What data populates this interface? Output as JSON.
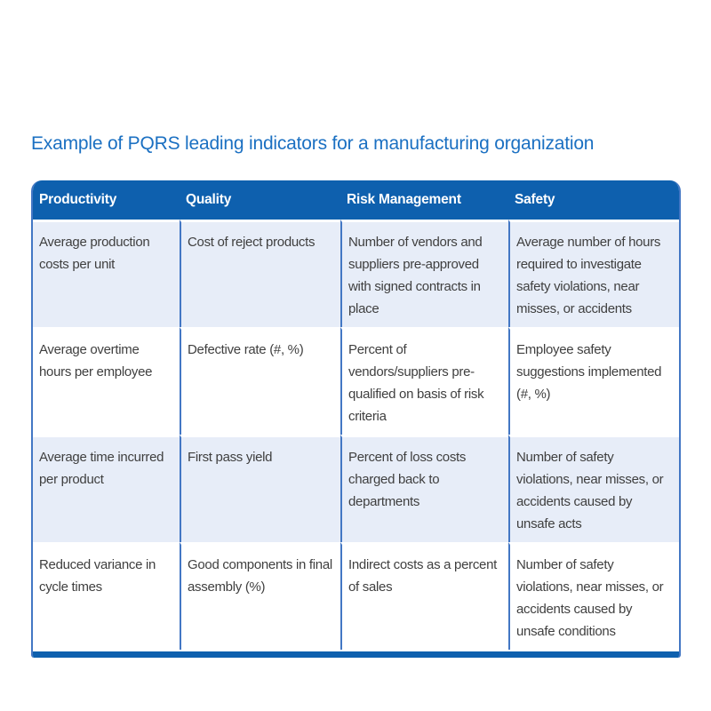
{
  "page_title": "Example of PQRS leading indicators for a manufacturing organization",
  "colors": {
    "title_text": "#1b70c2",
    "header_bg": "#0e60ae",
    "header_text": "#ffffff",
    "alt_row_bg": "#e7edf8",
    "divider": "#4377c4",
    "body_text": "#3f3f3f",
    "bottom_bar": "#0e60ae",
    "page_bg": "#ffffff"
  },
  "table": {
    "headers": [
      "Productivity",
      "Quality",
      "Risk Management",
      "Safety"
    ],
    "rows": [
      [
        "Average production costs per unit",
        "Cost of reject products",
        "Number of vendors and suppliers pre-approved with signed contracts in place",
        "Average number of hours required to investigate safety violations, near misses, or accidents"
      ],
      [
        "Average overtime hours per employee",
        "Defective rate (#, %)",
        "Percent of vendors/suppliers pre-qualified on basis of risk criteria",
        "Employee safety suggestions implemented (#, %)"
      ],
      [
        "Average time incurred per product",
        "First pass yield",
        "Percent of loss costs charged back to departments",
        "Number of safety violations, near misses, or accidents caused by unsafe acts"
      ],
      [
        "Reduced variance in cycle times",
        "Good components in final assembly (%)",
        "Indirect costs as a percent of sales",
        "Number of safety violations, near misses, or accidents caused by unsafe conditions"
      ]
    ]
  }
}
